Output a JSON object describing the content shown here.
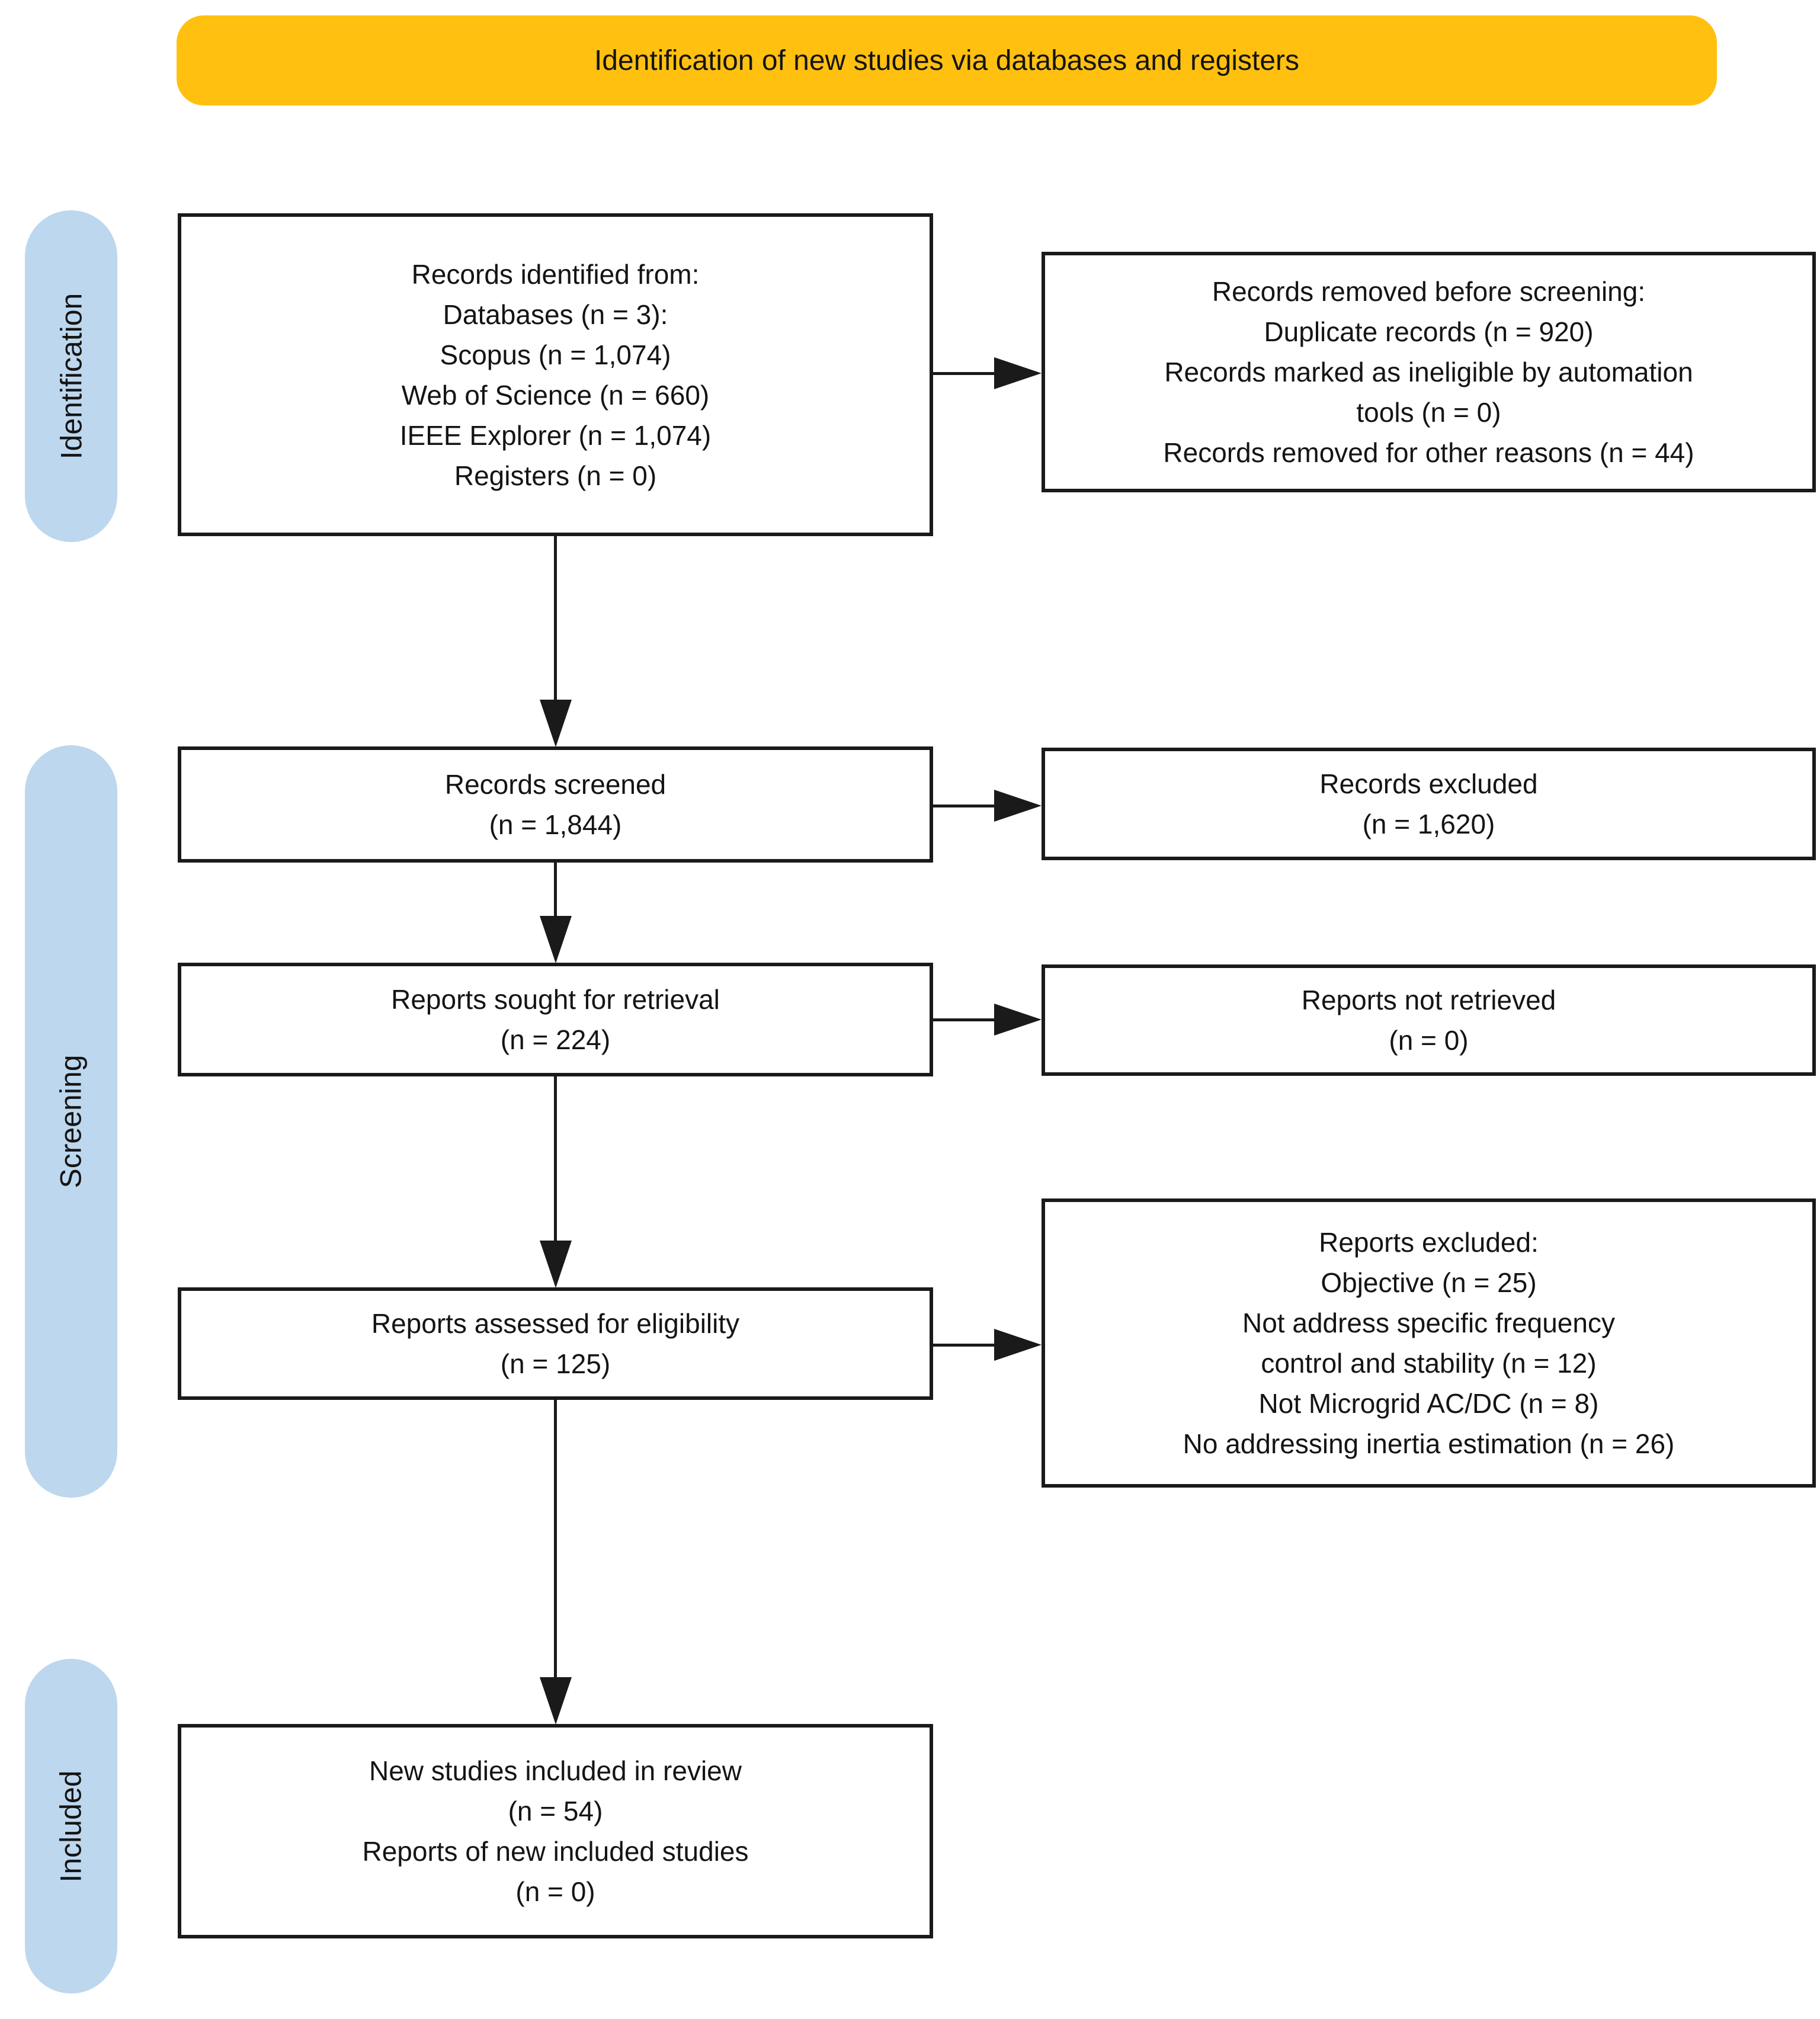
{
  "banner": {
    "label": "Identification of new studies via databases and registers"
  },
  "stages": [
    {
      "label": "Identification"
    },
    {
      "label": "Screening"
    },
    {
      "label": "Included"
    }
  ],
  "boxes": {
    "records_identified": {
      "lines": [
        "Records identified from:",
        "Databases (n = 3):",
        "Scopus (n = 1,074)",
        "Web of Science (n = 660)",
        "IEEE Explorer (n = 1,074)",
        "Registers (n = 0)"
      ]
    },
    "records_removed": {
      "lines": [
        "Records removed before screening:",
        "Duplicate records (n = 920)",
        "Records marked as ineligible by automation",
        "tools (n = 0)",
        "Records removed for other reasons (n = 44)"
      ]
    },
    "records_screened": {
      "lines": [
        "Records screened",
        "(n = 1,844)"
      ]
    },
    "records_excluded": {
      "lines": [
        "Records excluded",
        "(n = 1,620)"
      ]
    },
    "reports_sought": {
      "lines": [
        "Reports sought for retrieval",
        "(n = 224)"
      ]
    },
    "reports_not_retrieved": {
      "lines": [
        "Reports not retrieved",
        "(n = 0)"
      ]
    },
    "reports_assessed": {
      "lines": [
        "Reports assessed for eligibility",
        "(n = 125)"
      ]
    },
    "reports_excluded": {
      "lines": [
        "Reports excluded:",
        "Objective (n = 25)",
        "Not address specific frequency",
        "control and stability (n = 12)",
        "Not Microgrid AC/DC (n = 8)",
        "No addressing inertia estimation (n = 26)"
      ]
    },
    "new_studies": {
      "lines": [
        "New studies included in review",
        "(n = 54)",
        "Reports of new included studies",
        "(n = 0)"
      ]
    }
  },
  "colors": {
    "banner-bg": "#FFC010",
    "stage-bg": "#BDD7EE",
    "box-border": "#1A1A1A",
    "arrow": "#1A1A1A",
    "text": "#141414",
    "background": "#FFFFFF"
  }
}
